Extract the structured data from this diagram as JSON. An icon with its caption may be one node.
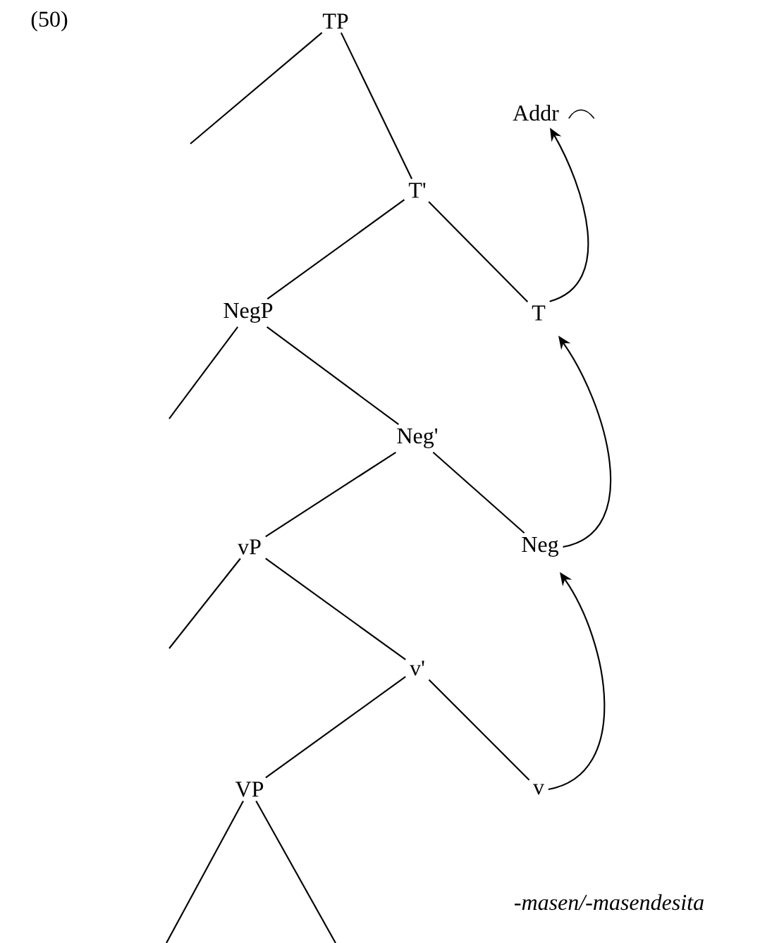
{
  "diagram": {
    "nodes": [
      {
        "text": [
          "TP"
        ]
      },
      {
        "text": [
          "Addr"
        ]
      },
      {
        "text": [
          "T'"
        ]
      },
      {
        "text": [
          "NegP"
        ]
      },
      {
        "text": [
          "T"
        ]
      },
      {
        "text": [
          "Neg'"
        ]
      },
      {
        "text": [
          "vP"
        ]
      },
      {
        "text": [
          "Neg"
        ]
      },
      {
        "text": [
          "v'"
        ]
      },
      {
        "text": [
          "VP"
        ]
      },
      {
        "text": [
          "v"
        ]
      }
    ],
    "edges": [
      {
        "from": 0,
        "to": null,
        "arrow": "none"
      },
      {
        "from": 0,
        "to": 2,
        "arrow": "none"
      },
      {
        "from": 2,
        "to": 3,
        "arrow": "none"
      },
      {
        "from": 2,
        "to": 4,
        "arrow": "none"
      },
      {
        "from": 3,
        "to": null,
        "arrow": "none"
      },
      {
        "from": 3,
        "to": 5,
        "arrow": "none"
      },
      {
        "from": 5,
        "to": 6,
        "arrow": "none"
      },
      {
        "from": 5,
        "to": 7,
        "arrow": "none"
      },
      {
        "from": 6,
        "to": null,
        "arrow": "none"
      },
      {
        "from": 6,
        "to": 8,
        "arrow": "none"
      },
      {
        "from": 8,
        "to": 9,
        "arrow": "none"
      },
      {
        "from": 8,
        "to": 10,
        "arrow": "none"
      },
      {
        "from": 9,
        "to": null,
        "arrow": "none"
      },
      {
        "from": 9,
        "to": null,
        "arrow": "none"
      },
      {
        "from": 10,
        "to": 7,
        "arrow": "to"
      },
      {
        "from": 7,
        "to": 4,
        "arrow": "to"
      },
      {
        "from": 4,
        "to": 1,
        "arrow": "to"
      }
    ],
    "labels": [
      "(50)",
      "-masen/-masendesita"
    ]
  }
}
